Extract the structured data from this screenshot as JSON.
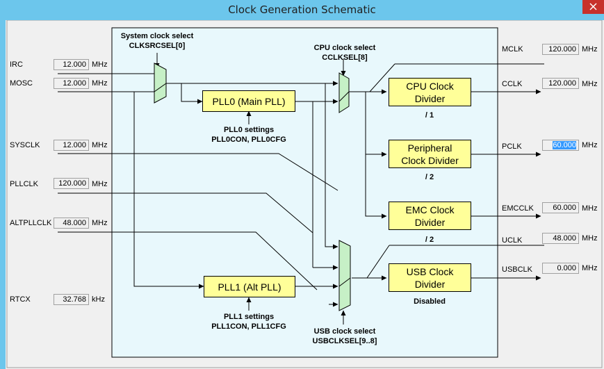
{
  "window": {
    "title": "Clock Generation Schematic"
  },
  "inputs": [
    {
      "id": "irc",
      "label": "IRC",
      "value": "12.000",
      "unit": "MHz"
    },
    {
      "id": "mosc",
      "label": "MOSC",
      "value": "12.000",
      "unit": "MHz"
    },
    {
      "id": "sysclk",
      "label": "SYSCLK",
      "value": "12.000",
      "unit": "MHz"
    },
    {
      "id": "pllclk",
      "label": "PLLCLK",
      "value": "120.000",
      "unit": "MHz"
    },
    {
      "id": "altpllclk",
      "label": "ALTPLLCLK",
      "value": "48.000",
      "unit": "MHz"
    },
    {
      "id": "rtcx",
      "label": "RTCX",
      "value": "32.768",
      "unit": "kHz"
    }
  ],
  "outputs": [
    {
      "id": "mclk",
      "label": "MCLK",
      "value": "120.000",
      "unit": "MHz"
    },
    {
      "id": "cclk",
      "label": "CCLK",
      "value": "120.000",
      "unit": "MHz"
    },
    {
      "id": "pclk",
      "label": "PCLK",
      "value": "60.000",
      "unit": "MHz"
    },
    {
      "id": "emcclk",
      "label": "EMCCLK",
      "value": "60.000",
      "unit": "MHz"
    },
    {
      "id": "uclk",
      "label": "UCLK",
      "value": "48.000",
      "unit": "MHz"
    },
    {
      "id": "usbclk",
      "label": "USBCLK",
      "value": "0.000",
      "unit": "MHz"
    }
  ],
  "blocks": {
    "pll0": "PLL0 (Main PLL)",
    "pll1": "PLL1 (Alt PLL)",
    "cpu": [
      "CPU Clock",
      "Divider"
    ],
    "peripheral": [
      "Peripheral",
      "Clock Divider"
    ],
    "emc": [
      "EMC Clock",
      "Divider"
    ],
    "usb": [
      "USB Clock",
      "Divider"
    ]
  },
  "annotations": {
    "sys_clock_select": [
      "System clock select",
      "CLKSRCSEL[0]"
    ],
    "cpu_clock_select": [
      "CPU clock select",
      "CCLKSEL[8]"
    ],
    "usb_clock_select": [
      "USB clock select",
      "USBCLKSEL[9..8]"
    ],
    "pll0_settings": [
      "PLL0 settings",
      "PLL0CON, PLL0CFG"
    ],
    "pll1_settings": [
      "PLL1 settings",
      "PLL1CON, PLL1CFG"
    ],
    "cpu_div": "/  1",
    "peripheral_div": "/  2",
    "emc_div": "/  2",
    "usb_status": "Disabled"
  },
  "colors": {
    "titlebar": "#6cc6ec",
    "client": "#f0f0f0",
    "panel": "#e8f8fc",
    "block": "#ffff99",
    "mux": "#c6f0c6",
    "close": "#c7312b",
    "selection": "#3399ff"
  }
}
